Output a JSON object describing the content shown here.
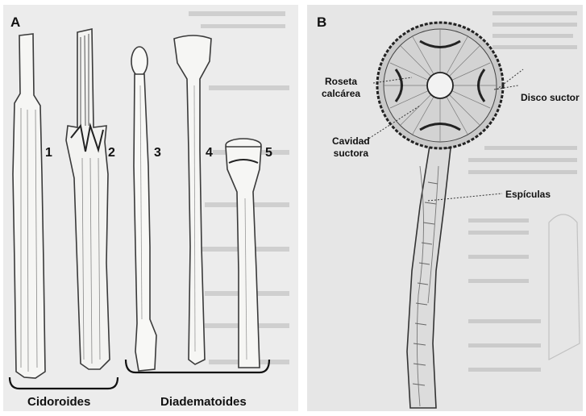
{
  "panel_a": {
    "letter": "A",
    "spine_numbers": [
      "1",
      "2",
      "3",
      "4",
      "5"
    ],
    "group_left": "Cidoroides",
    "group_right": "Diadematoides"
  },
  "panel_b": {
    "letter": "B",
    "labels": {
      "roseta_line1": "Roseta",
      "roseta_line2": "calcárea",
      "cavidad_line1": "Cavidad",
      "cavidad_line2": "suctora",
      "disco": "Disco suctor",
      "espiculas": "Espículas"
    }
  },
  "colors": {
    "ink": "#333333",
    "paper_a": "#ececec",
    "paper_b": "#e6e6e6"
  }
}
